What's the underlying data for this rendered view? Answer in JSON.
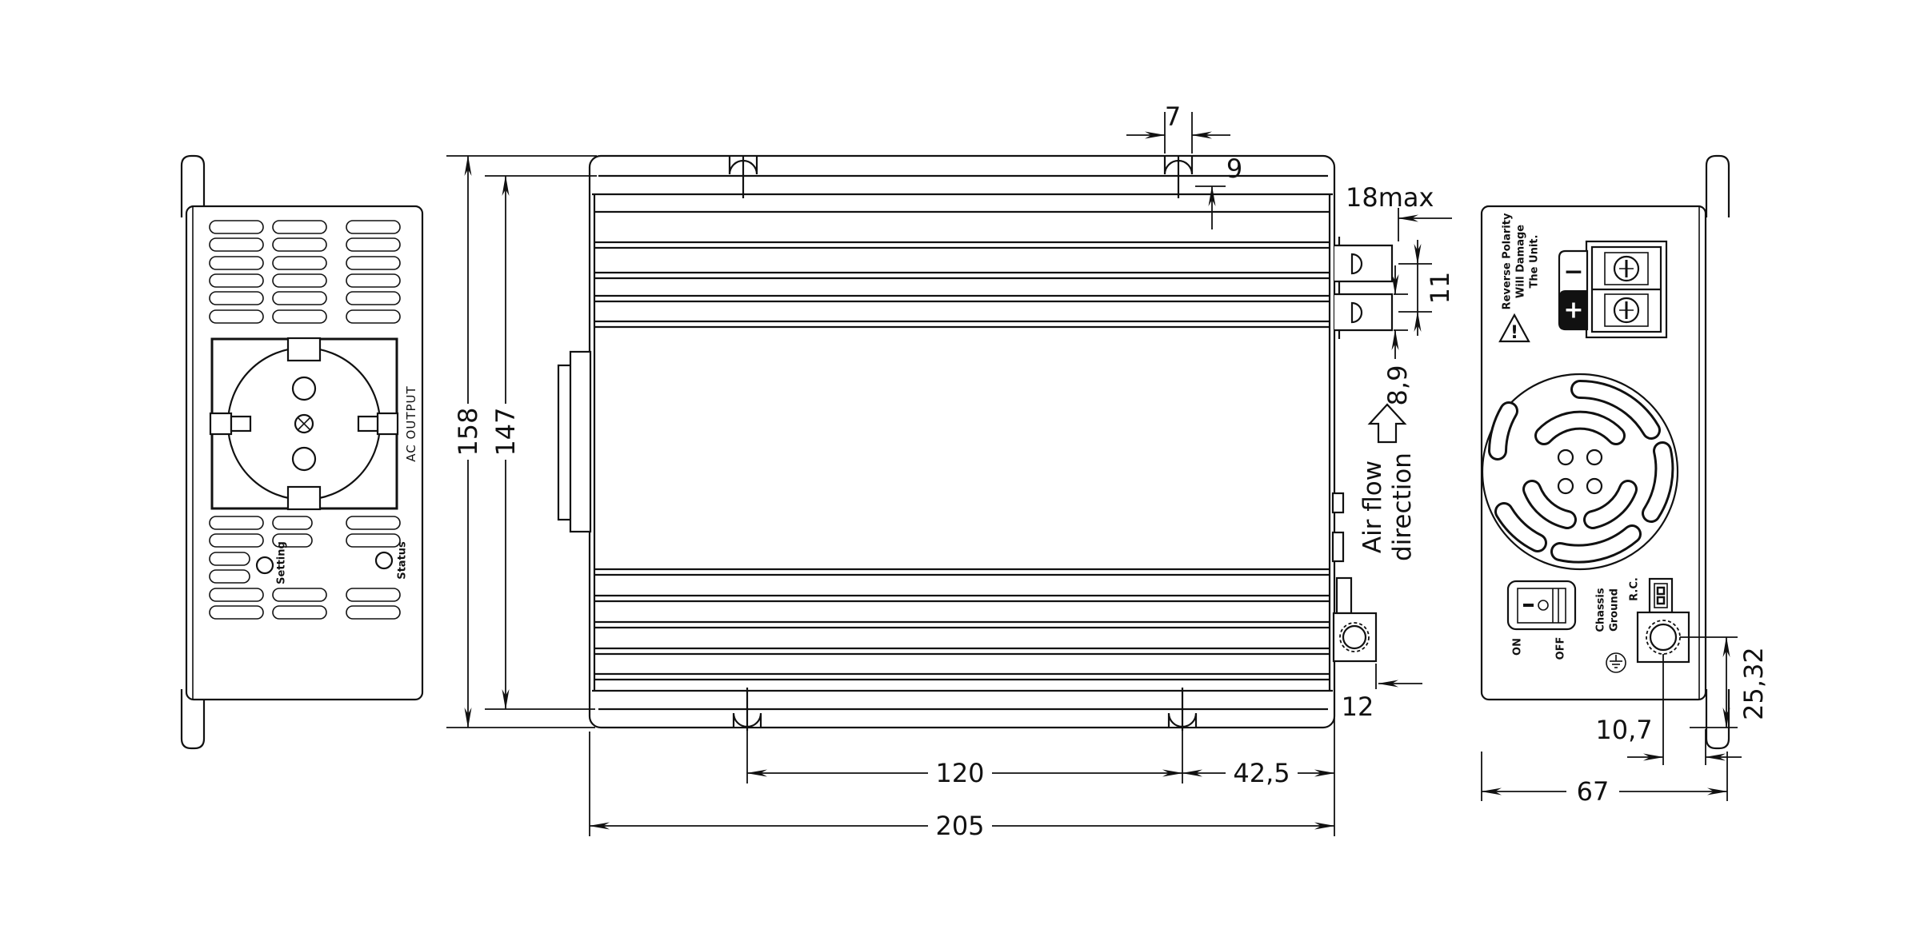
{
  "front_view": {
    "ac_output_label": "AC OUTPUT",
    "setting_label": "Setting",
    "status_label": "Status"
  },
  "top_view": {
    "slot_width": "7",
    "slot_depth": "9",
    "terminal_protrusion": "18max",
    "terminal_pitch": "11",
    "terminal_width": "8,9",
    "height_overall": "158",
    "height_body": "147",
    "stud_protrusion": "12",
    "slot_spacing": "120",
    "slot_to_edge": "42,5",
    "width_overall": "205",
    "airflow_line1": "Air flow",
    "airflow_line2": "direction"
  },
  "rear_view": {
    "warning_line1": "Reverse Polarity",
    "warning_line2": "Will Damage",
    "warning_line3": "The Unit.",
    "warning_mark": "!",
    "minus_label": "−",
    "plus_label": "+",
    "on_label": "ON",
    "off_label": "OFF",
    "chassis_label1": "Chassis",
    "chassis_label2": "Ground",
    "rc_label": "R.C.",
    "width_overall": "67",
    "stud_offset_x": "10,7",
    "stud_offset_y": "25,32"
  },
  "colors": {
    "line": "#111111",
    "background": "#ffffff"
  }
}
